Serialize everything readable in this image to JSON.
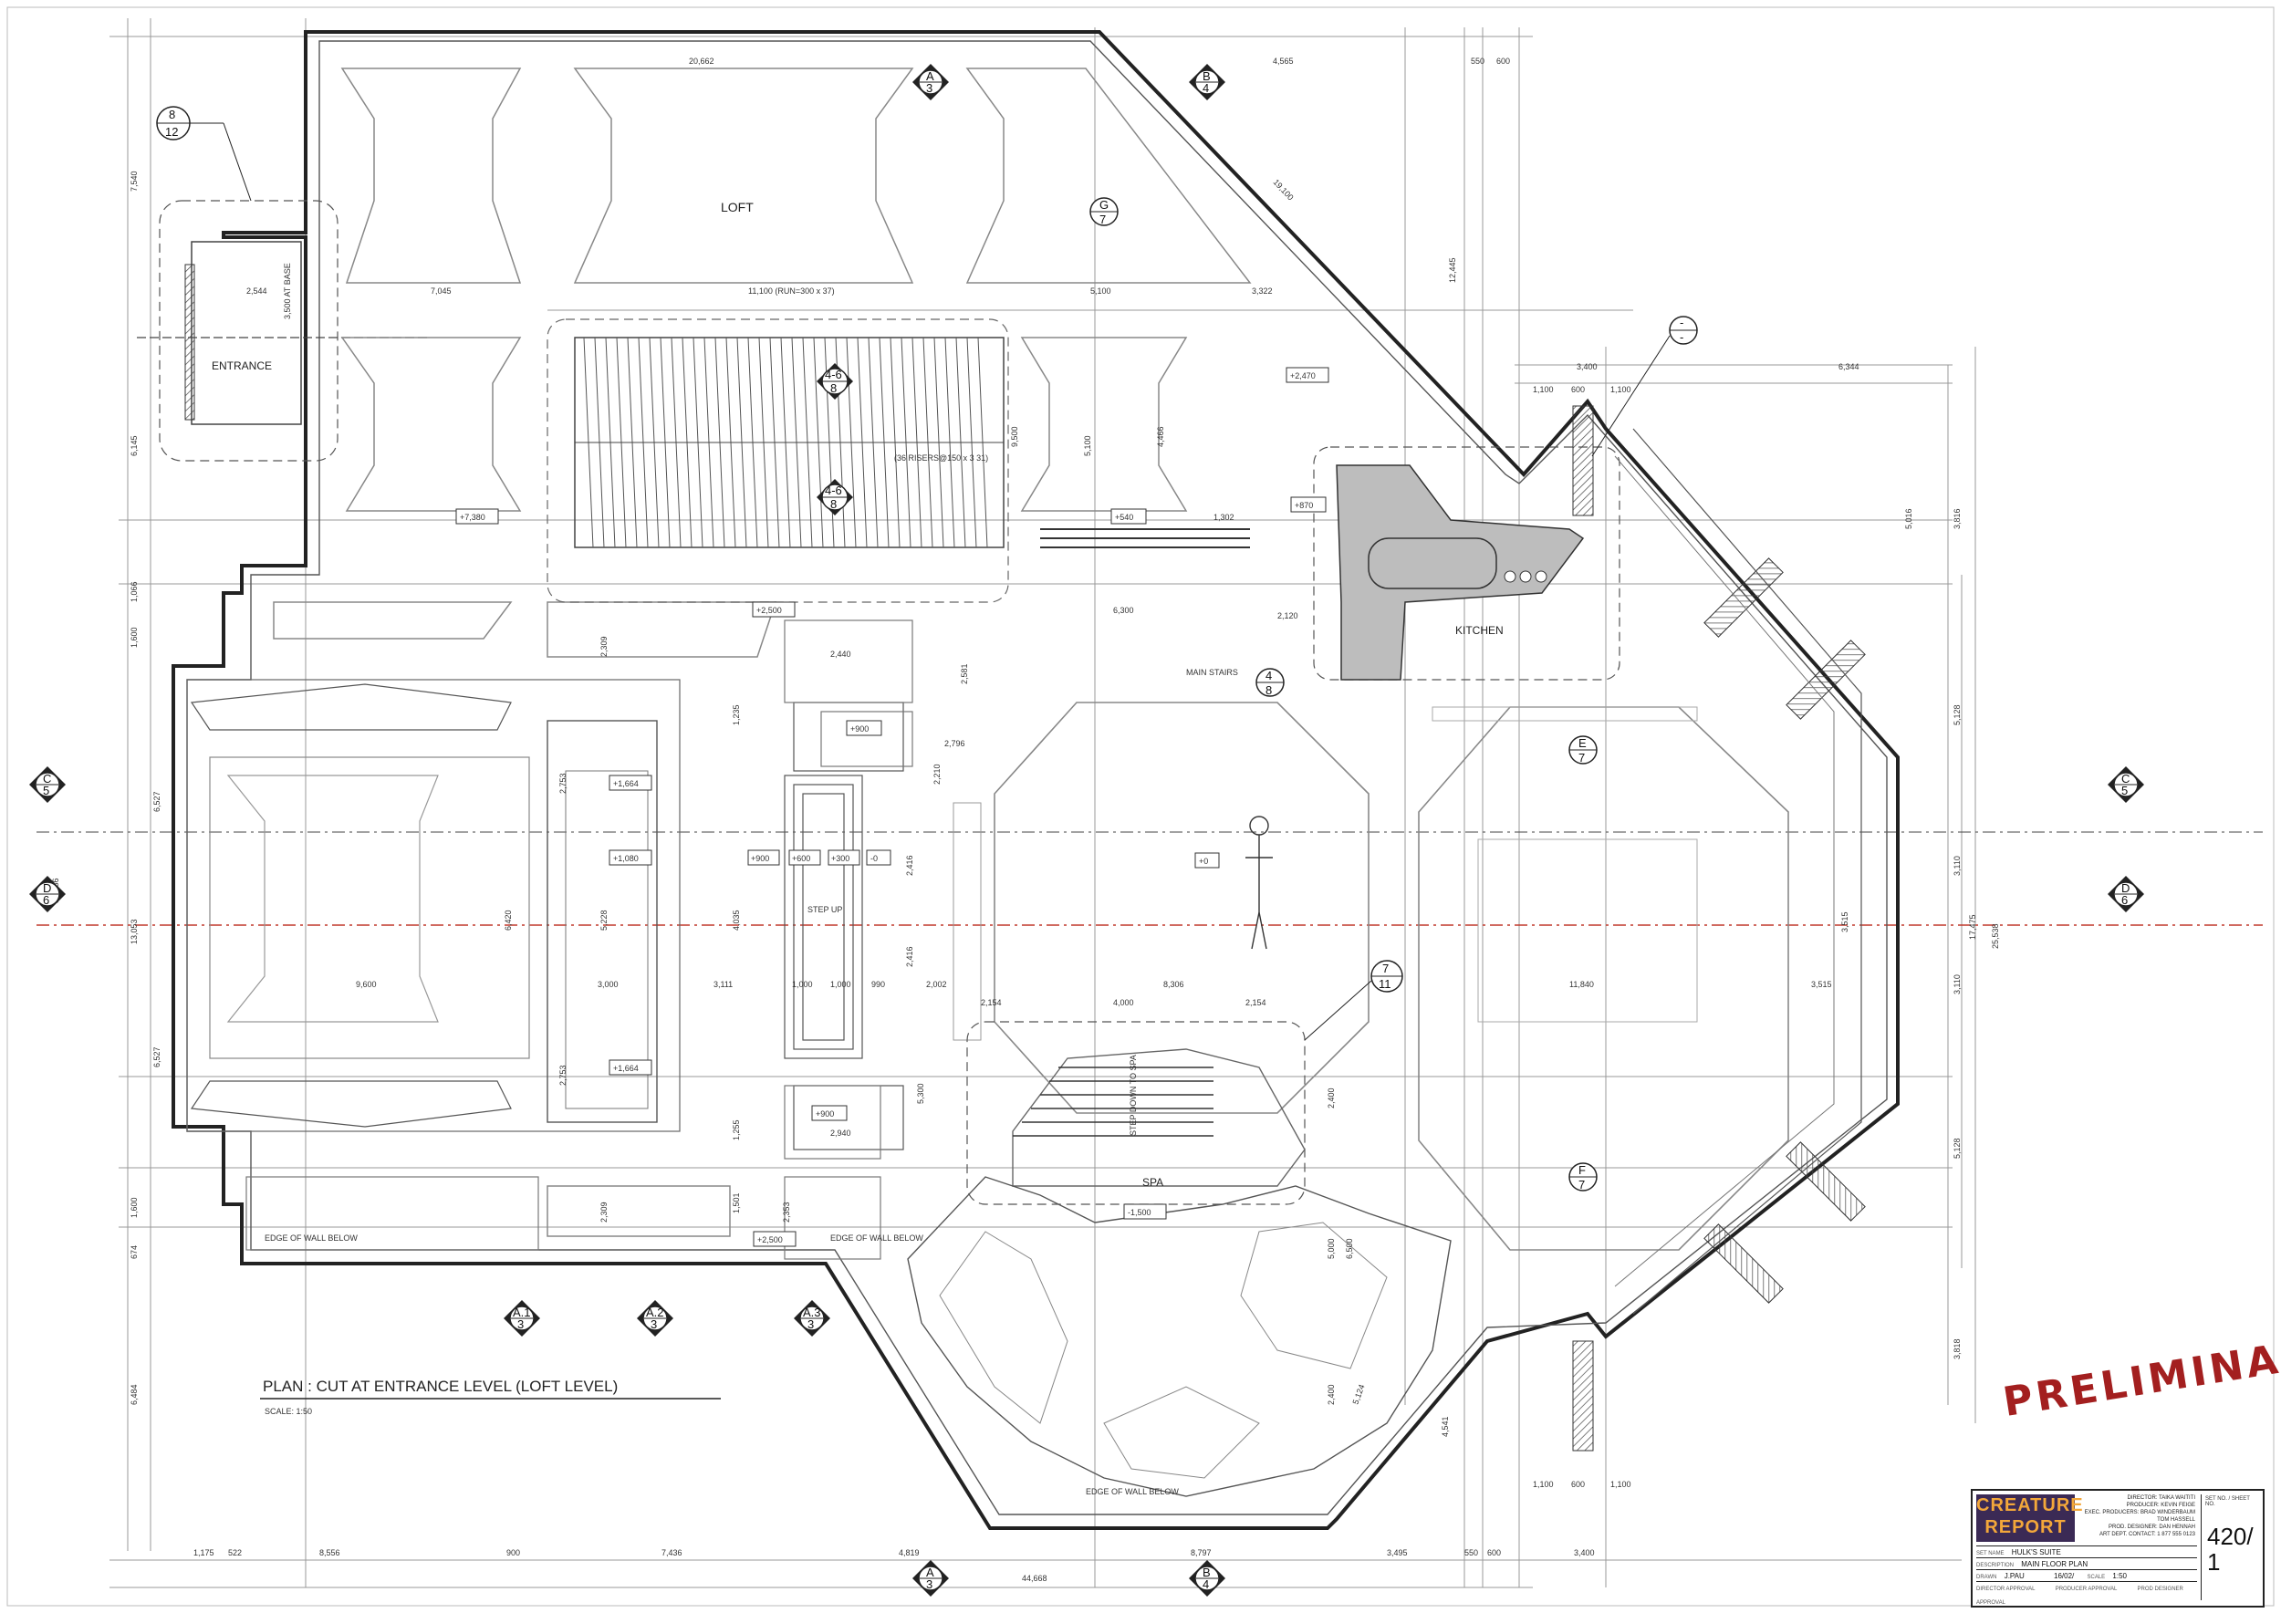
{
  "drawing": {
    "plan_title": "PLAN : CUT AT ENTRANCE LEVEL (LOFT LEVEL)",
    "scale": "SCALE: 1:50",
    "stamp": "PRELIMINARY",
    "room_labels": {
      "loft": "LOFT",
      "entrance": "ENTRANCE",
      "kitchen": "KITCHEN",
      "spa": "SPA",
      "main_stairs": "MAIN STAIRS",
      "step_up": "STEP UP",
      "step_down_to_spa": "STEP DOWN TO SPA",
      "edge_wall_1": "EDGE OF WALL BELOW",
      "edge_wall_2": "EDGE OF WALL BELOW",
      "edge_wall_3": "EDGE OF WALL BELOW",
      "riser_note": "(36 RISERS@150 x 3 31)",
      "entrance_note": "3,500 AT BASE"
    },
    "levels": [
      "+7,380",
      "+2,470",
      "+540",
      "+870",
      "+2,500",
      "+900",
      "+1,664",
      "+1,080",
      "+900",
      "+600",
      "+300",
      "-0",
      "+0",
      "+1,664",
      "+900",
      "+2,500",
      "-1,500"
    ],
    "top_dims": [
      "20,662",
      "4,565",
      "550",
      "600",
      "11,100 (RUN=300 x 37)",
      "5,100",
      "3,322",
      "2,544",
      "7,045",
      "3,400",
      "1,100",
      "600",
      "1,100",
      "6,344"
    ],
    "bottom_dims": [
      "1,175",
      "522",
      "8,556",
      "900",
      "7,436",
      "4,819",
      "8,797",
      "3,495",
      "550",
      "600",
      "3,400",
      "44,668",
      "1,100",
      "600",
      "1,100"
    ],
    "left_dims": [
      "7,540",
      "6,145",
      "1,066",
      "1,600",
      "6,527",
      "13,053",
      "6,527",
      "1,600",
      "674",
      "6,484",
      "36,486"
    ],
    "right_dims": [
      "3,816",
      "5,128",
      "3,110",
      "3,110",
      "5,128",
      "3,818",
      "17,475",
      "25,538"
    ],
    "interior_dims": [
      "9,600",
      "6,420",
      "5,228",
      "3,000",
      "4,035",
      "3,111",
      "1,000",
      "1,000",
      "990",
      "2,002",
      "8,306",
      "2,154",
      "4,000",
      "2,154",
      "11,840",
      "6,300",
      "2,120",
      "1,302",
      "2,440",
      "2,940",
      "2,796",
      "2,210",
      "2,416",
      "2,416",
      "5,100",
      "2,400",
      "5,000",
      "6,500",
      "2,400",
      "5,124",
      "4,541",
      "12,445",
      "19,100",
      "2,753",
      "2,753",
      "2,309",
      "2,309",
      "1,501",
      "2,353",
      "1,235",
      "1,255",
      "5,300",
      "2,581",
      "9,500",
      "4,466",
      "3,515",
      "3,515",
      "5,016"
    ],
    "section_markers": [
      {
        "top": "A",
        "bottom": "3"
      },
      {
        "top": "B",
        "bottom": "4"
      },
      {
        "top": "C",
        "bottom": "5"
      },
      {
        "top": "D",
        "bottom": "6"
      },
      {
        "top": "C",
        "bottom": "5"
      },
      {
        "top": "D",
        "bottom": "6"
      },
      {
        "top": "A",
        "bottom": "3"
      },
      {
        "top": "B",
        "bottom": "4"
      },
      {
        "top": "A.1",
        "bottom": "3"
      },
      {
        "top": "A.2",
        "bottom": "3"
      },
      {
        "top": "A.3",
        "bottom": "3"
      }
    ],
    "detail_markers": [
      {
        "top": "8",
        "bottom": "12"
      },
      {
        "top": "G",
        "bottom": "7"
      },
      {
        "top": "4-6",
        "bottom": "8"
      },
      {
        "top": "4-6",
        "bottom": "8"
      },
      {
        "top": "4",
        "bottom": "8"
      },
      {
        "top": "E",
        "bottom": "7"
      },
      {
        "top": "F",
        "bottom": "7"
      },
      {
        "top": "7",
        "bottom": "11"
      },
      {
        "top": "-",
        "bottom": "-"
      }
    ]
  },
  "title_block": {
    "logo": "CREATURE REPORT",
    "credits": [
      "DIRECTOR: TAIKA WAITITI",
      "PRODUCER: KEVIN FEIGE",
      "EXEC. PRODUCERS: BRAD WINDERBAUM",
      "TOM HASSELL",
      "PROD. DESIGNER: DAN HENNAH",
      "ART DEPT. CONTACT: 1 877 555 0123"
    ],
    "set_name_label": "SET NAME",
    "set_name": "HULK'S SUITE",
    "description_label": "DESCRIPTION",
    "description": "MAIN FLOOR PLAN",
    "drawn_label": "DRAWN",
    "drawn": "J.PAU",
    "date": "16/02/",
    "scale_label": "SCALE",
    "scale": "1:50",
    "director_label": "DIRECTOR APPROVAL",
    "producer_label": "PRODUCER APPROVAL",
    "designer_label": "PROD DESIGNER APPROVAL",
    "sheet_label": "SET NO. / SHEET NO.",
    "sheet_number": "420/ 1"
  },
  "colors": {
    "line": "#333333",
    "thin": "#8a8a8a",
    "fill_grey": "#bdbdbd",
    "centerline": "#c0392b",
    "stamp": "#a31f1f"
  }
}
